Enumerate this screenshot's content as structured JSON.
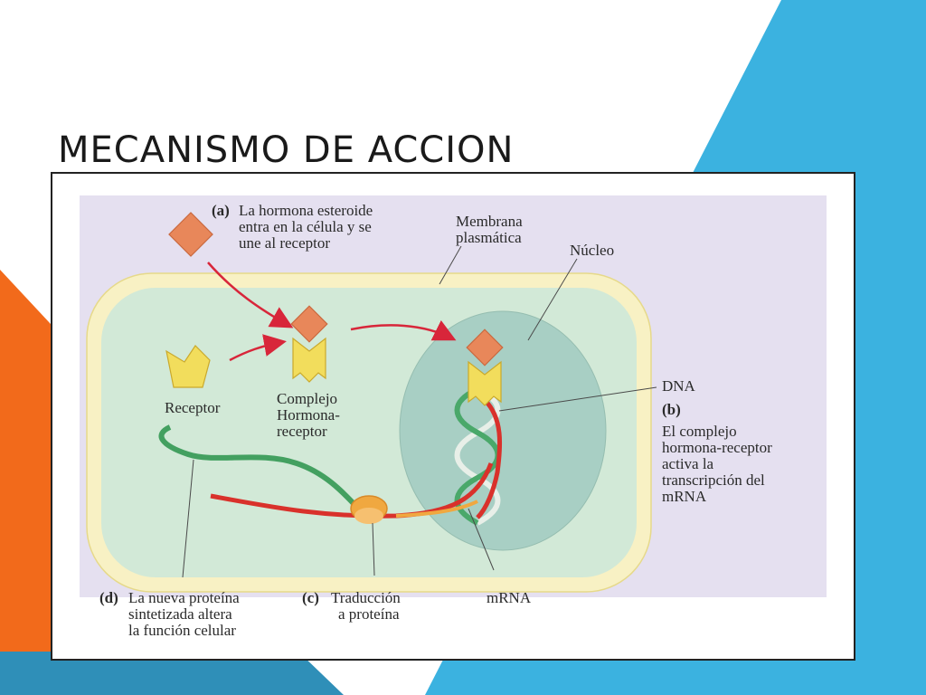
{
  "slide": {
    "title": "MECANISMO DE ACCION"
  },
  "colors": {
    "accent_blue": "#3bb2e0",
    "accent_orange": "#f26a1b",
    "accent_dark_blue": "#2f8fb8",
    "panel_background": "#e5e0f0",
    "membrane": "#f8f1c4",
    "cytoplasm": "#d2e9d7",
    "nucleus": "#a8cfc4",
    "hormone": "#e8875a",
    "receptor": "#f2dd5c",
    "mrna": "#d9312b",
    "protein_green": "#43a060",
    "ribosome": "#f0a840"
  },
  "diagram": {
    "step_a": {
      "tag": "(a)",
      "lines": [
        "La hormona esteroide",
        "entra en la célula y se",
        "une al receptor"
      ]
    },
    "membrane_label": [
      "Membrana",
      "plasmática"
    ],
    "nucleus_label": "Núcleo",
    "receptor_label": "Receptor",
    "complex_label": [
      "Complejo",
      "Hormona-",
      "receptor"
    ],
    "dna_label": "DNA",
    "step_b": {
      "tag": "(b)",
      "lines": [
        "El complejo",
        "hormona-receptor",
        "activa la",
        "transcripción del",
        "mRNA"
      ]
    },
    "step_d": {
      "tag": "(d)",
      "lines": [
        "La nueva proteína",
        "sintetizada altera",
        "la función celular"
      ]
    },
    "step_c": {
      "tag": "(c)",
      "lines": [
        "Traducción",
        "a proteína"
      ]
    },
    "mrna_label": "mRNA"
  }
}
